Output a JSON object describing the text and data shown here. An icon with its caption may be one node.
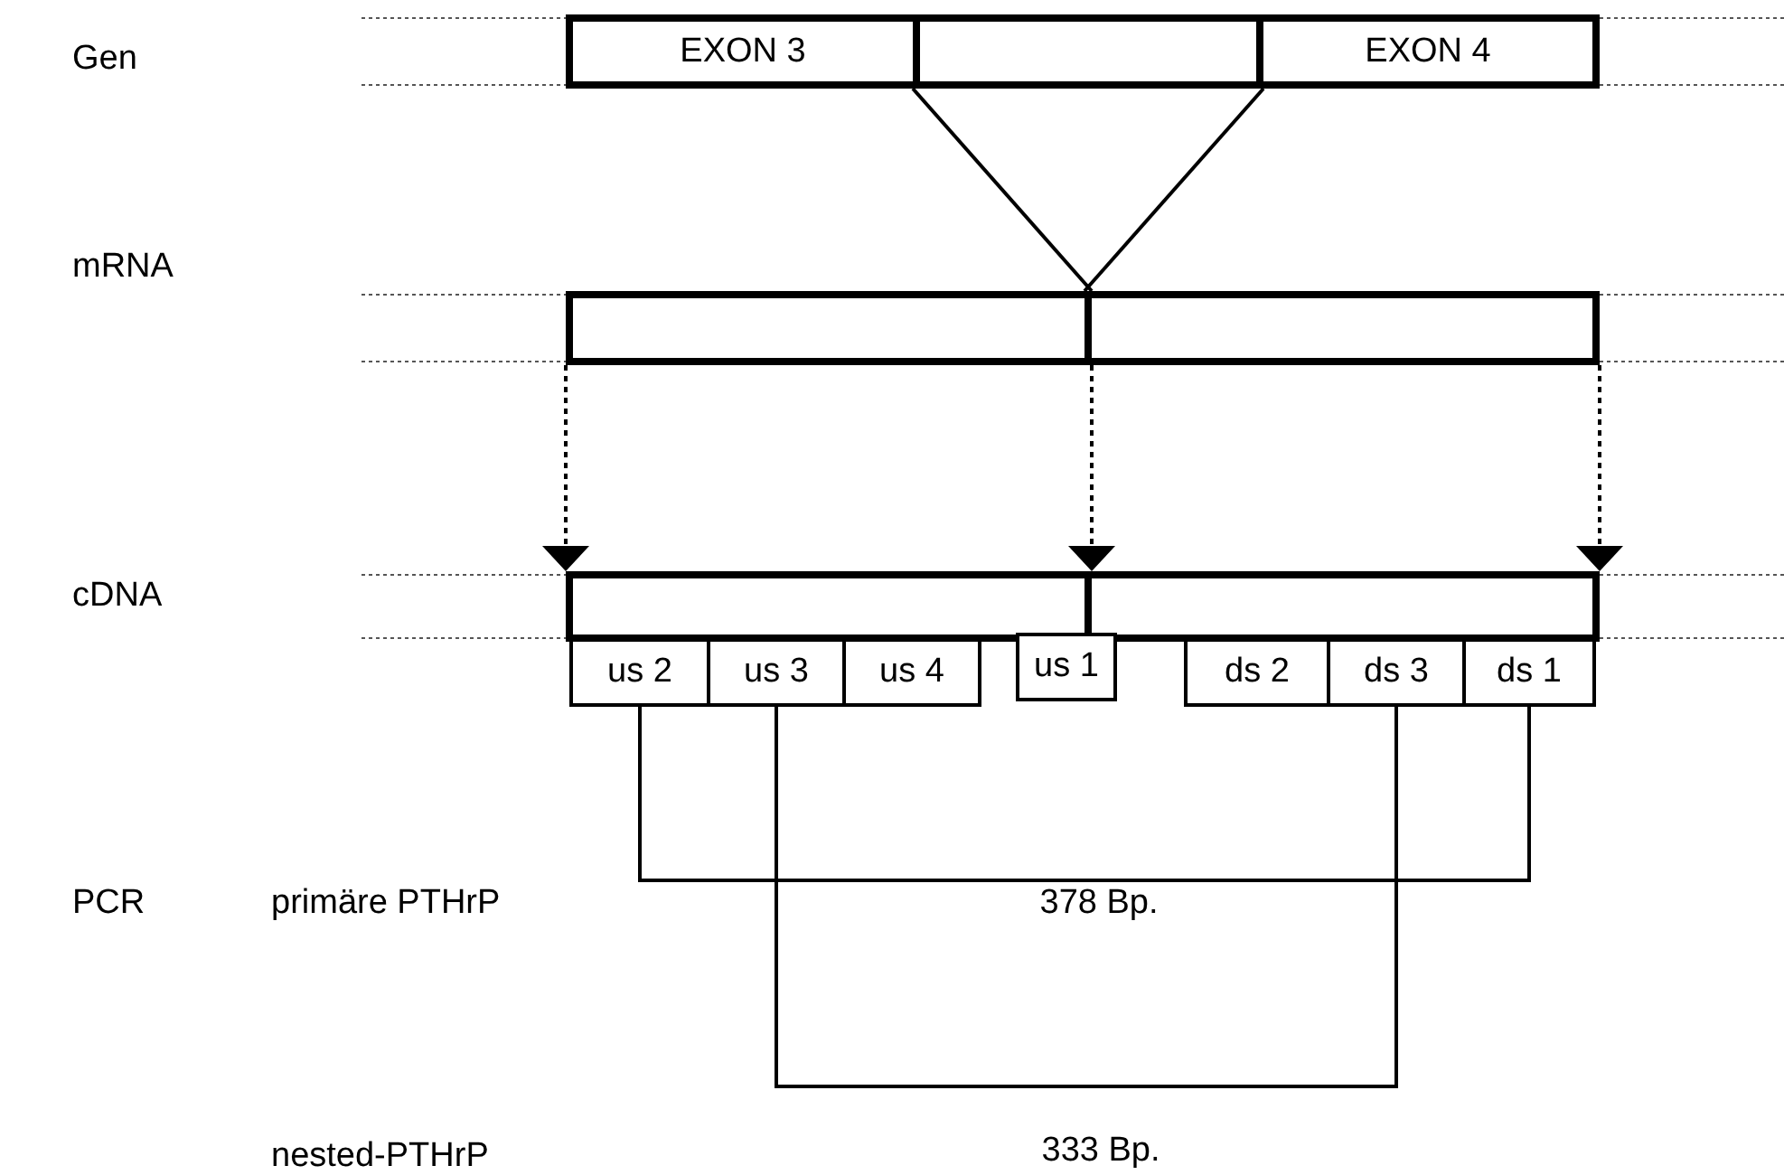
{
  "diagram": {
    "nodes": [
      {
        "text": [
          "EXON 3"
        ]
      },
      {
        "text": [],
        "shape": "box"
      },
      {
        "text": [
          "EXON 4"
        ]
      },
      {
        "text": [],
        "shape": "box"
      },
      {
        "text": [],
        "shape": "box"
      },
      {
        "text": [],
        "shape": "box"
      },
      {
        "text": [],
        "shape": "box"
      },
      {
        "text": [
          "us 2"
        ]
      },
      {
        "text": [
          "us 3"
        ]
      },
      {
        "text": [
          "us 4"
        ]
      },
      {
        "text": [
          "us 1"
        ]
      },
      {
        "text": [
          "ds 2"
        ]
      },
      {
        "text": [
          "ds 3"
        ]
      },
      {
        "text": [
          "ds 1"
        ]
      }
    ],
    "edges": [
      {
        "from": 1,
        "to": 3,
        "arrow": "none"
      },
      {
        "from": 1,
        "to": 4,
        "arrow": "none"
      },
      {
        "from": 3,
        "to": 5,
        "arrow": "to",
        "style": "dashed"
      },
      {
        "from": 3,
        "to": 5,
        "arrow": "to",
        "style": "dashed"
      },
      {
        "from": 4,
        "to": 6,
        "arrow": "to",
        "style": "dashed"
      },
      {
        "from": 7,
        "to": 13,
        "arrow": "none",
        "label": "378 Bp."
      },
      {
        "from": 8,
        "to": 12,
        "arrow": "none",
        "label": "333 Bp."
      }
    ],
    "labels": [
      "Gen",
      "mRNA",
      "cDNA",
      "PCR",
      "primäre PTHrP",
      "nested-PTHrP"
    ]
  }
}
